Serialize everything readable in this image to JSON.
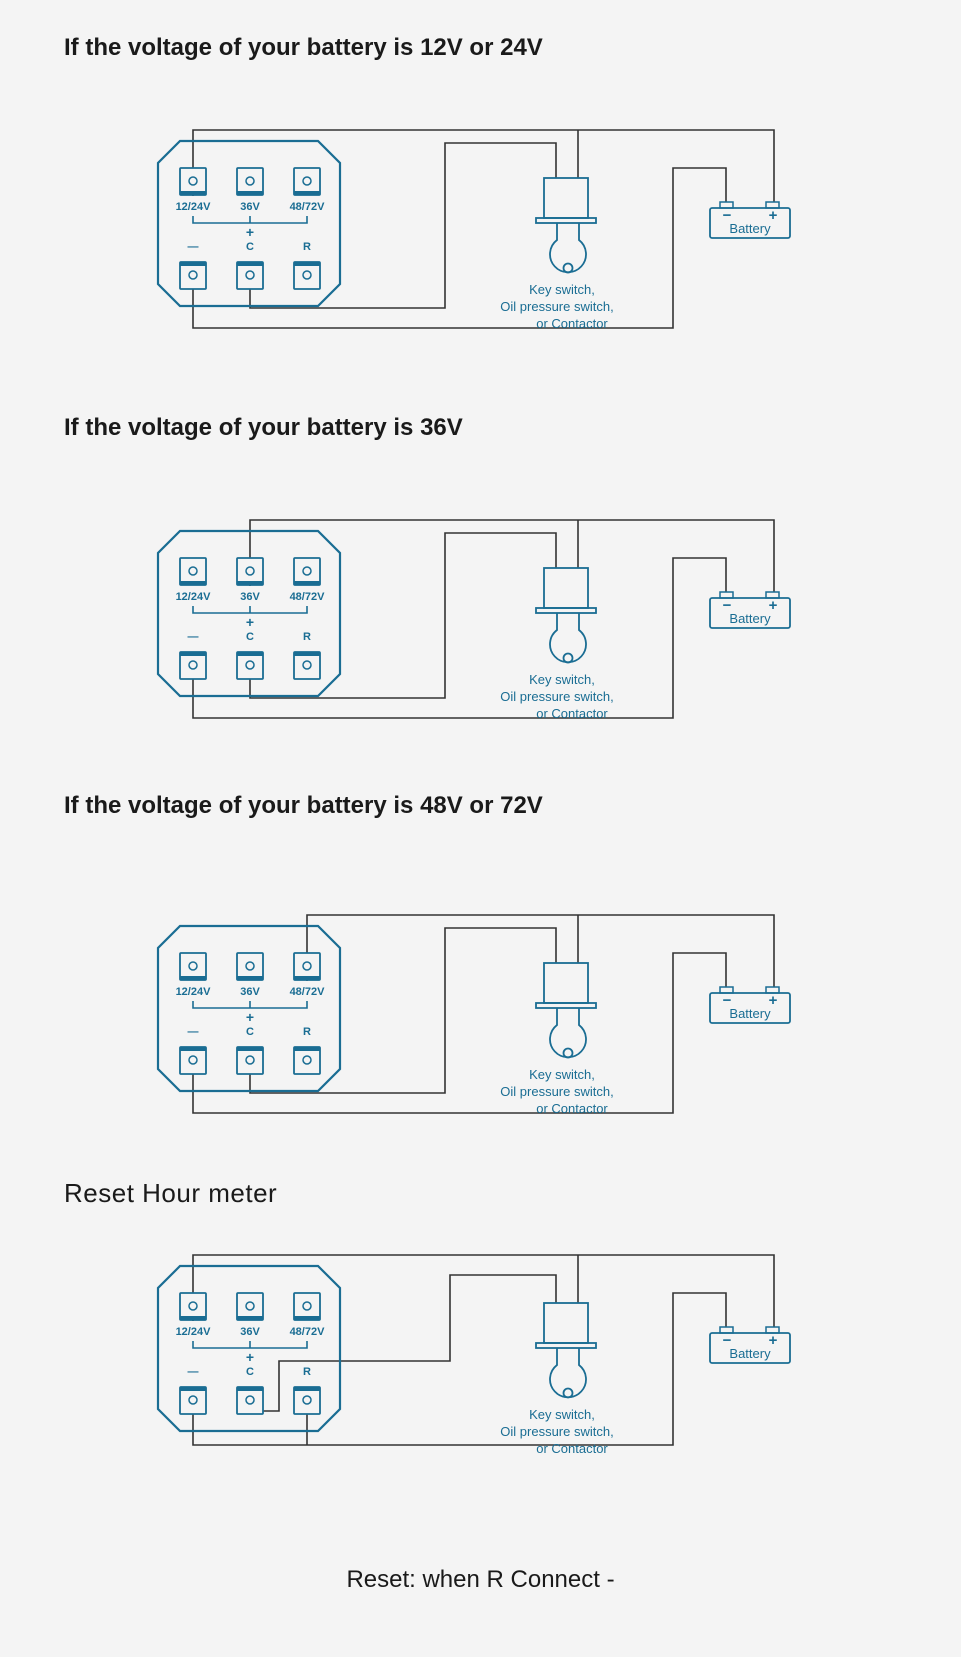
{
  "colors": {
    "accent": "#1a6d93",
    "wire": "#333333",
    "text": "#1a1a1a",
    "background": "#f4f4f4"
  },
  "sections": [
    {
      "heading": "If the voltage of your battery is 12V or 24V",
      "plus_terminal": "12/24V",
      "reset_wiring": false
    },
    {
      "heading": "If the voltage of your battery is 36V",
      "plus_terminal": "36V",
      "reset_wiring": false
    },
    {
      "heading": "If the voltage of your battery is 48V or 72V",
      "plus_terminal": "48/72V",
      "reset_wiring": false
    },
    {
      "heading": "Reset Hour meter",
      "plus_terminal": "12/24V",
      "reset_wiring": true
    }
  ],
  "meter": {
    "top_terminals": [
      "12/24V",
      "36V",
      "48/72V"
    ],
    "plus_label": "+",
    "bottom_terminals": [
      "—",
      "C",
      "R"
    ]
  },
  "switch": {
    "label_lines": [
      "Key switch,",
      "Oil pressure switch,",
      "or Contactor"
    ]
  },
  "battery": {
    "label": "Battery",
    "minus": "−",
    "plus": "+"
  },
  "footer": {
    "caption": "Reset: when R Connect -"
  }
}
